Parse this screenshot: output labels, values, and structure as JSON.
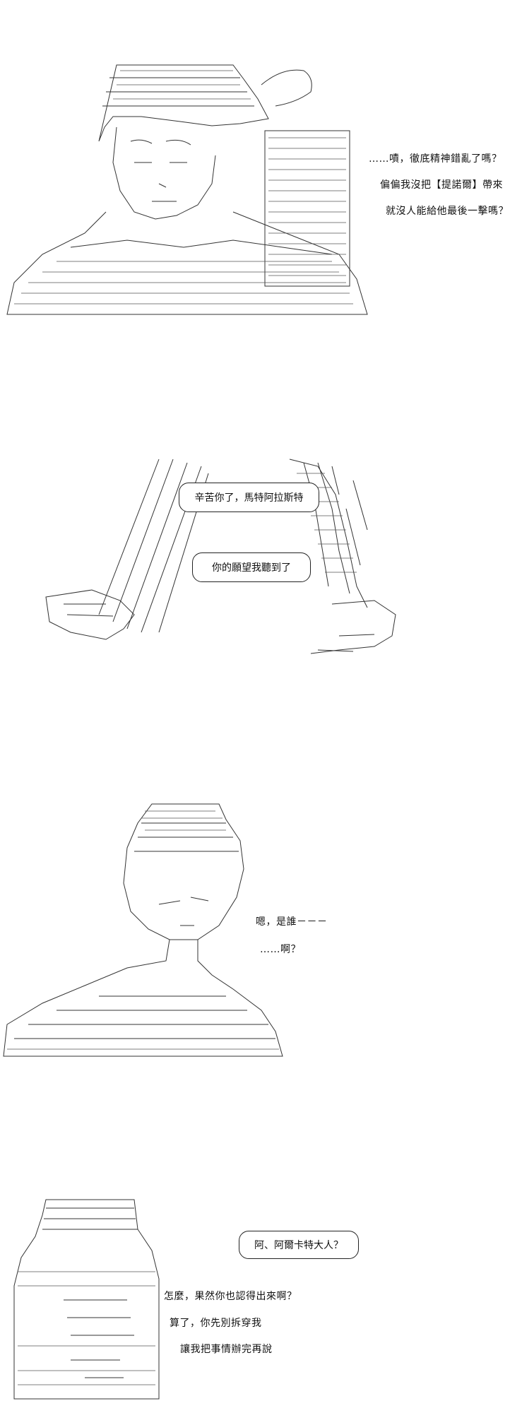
{
  "panel1": {
    "lines": [
      "……嘖，徹底精神錯亂了嗎？",
      "偏偏我沒把【提諾爾】帶來",
      "就沒人能給他最後一擊嗎？"
    ]
  },
  "panel2": {
    "bubble1": "辛苦你了，馬特阿拉斯特",
    "bubble2": "你的願望我聽到了"
  },
  "panel3": {
    "lines": [
      "嗯，是誰－－－",
      "……啊？"
    ]
  },
  "panel4": {
    "bubble": "阿、阿爾卡特大人？",
    "lines": [
      "怎麼，果然你也認得出來啊？",
      "算了，你先別拆穿我",
      "讓我把事情辦完再說"
    ]
  }
}
